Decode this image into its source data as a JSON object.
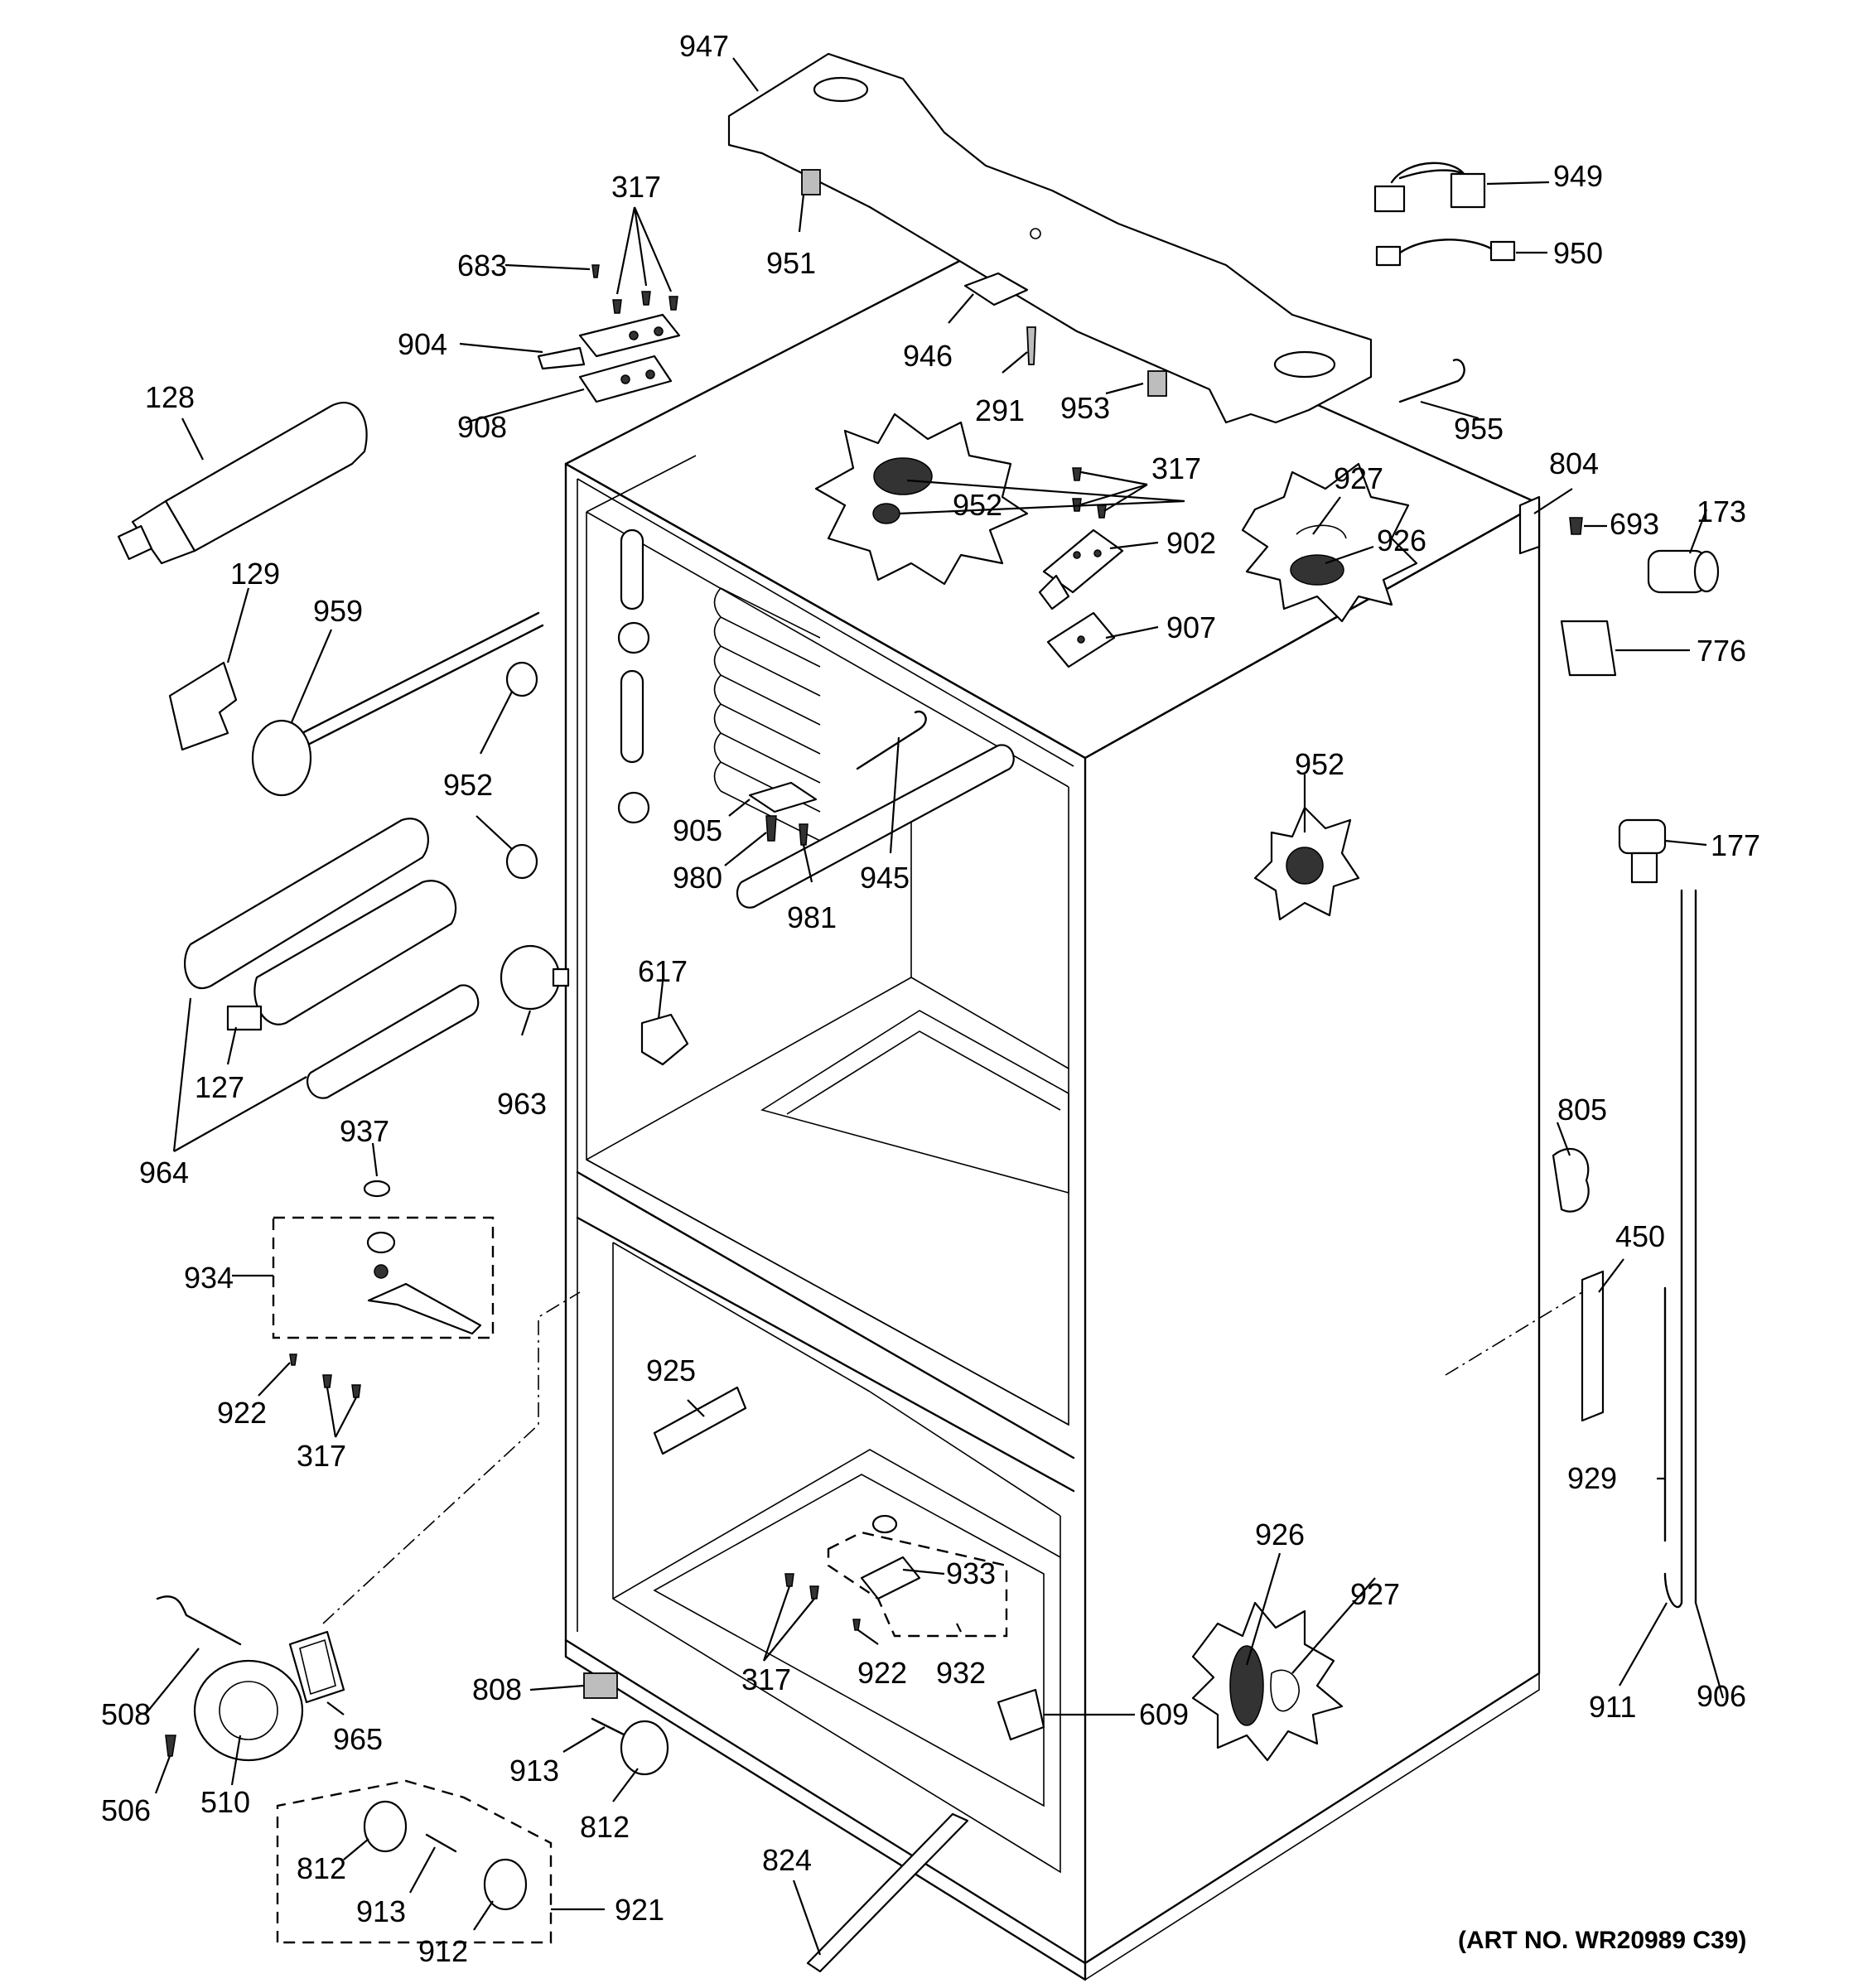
{
  "callouts": {
    "c947": "947",
    "c317_top": "317",
    "c683": "683",
    "c904": "904",
    "c908": "908",
    "c951": "951",
    "c946": "946",
    "c291": "291",
    "c953": "953",
    "c949": "949",
    "c950": "950",
    "c955": "955",
    "c128": "128",
    "c952_top": "952",
    "c317_mid": "317",
    "c902": "902",
    "c907": "907",
    "c927_top": "927",
    "c926_top": "926",
    "c804": "804",
    "c693": "693",
    "c173": "173",
    "c776": "776",
    "c129": "129",
    "c959": "959",
    "c952_left": "952",
    "c905": "905",
    "c980": "980",
    "c981": "981",
    "c945": "945",
    "c952_right": "952",
    "c177": "177",
    "c617": "617",
    "c127": "127",
    "c963": "963",
    "c964": "964",
    "c937": "937",
    "c934": "934",
    "c805": "805",
    "c450": "450",
    "c922_left": "922",
    "c317_left": "317",
    "c925": "925",
    "c929": "929",
    "c926_bottom": "926",
    "c927_bottom": "927",
    "c933": "933",
    "c317_bottom": "317",
    "c922_bottom": "922",
    "c932": "932",
    "c508": "508",
    "c965": "965",
    "c808": "808",
    "c609": "609",
    "c911": "911",
    "c906": "906",
    "c506": "506",
    "c510": "510",
    "c913_top": "913",
    "c812_right": "812",
    "c812_left": "812",
    "c913_bottom": "913",
    "c921": "921",
    "c912": "912",
    "c824": "824"
  },
  "art_number": "(ART NO. WR20989 C39)"
}
